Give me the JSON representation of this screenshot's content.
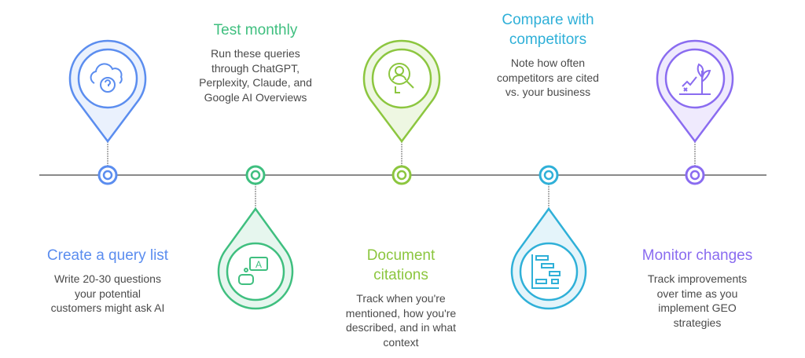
{
  "colors": {
    "blue": "#5b8def",
    "green": "#3fbf7f",
    "lime": "#8cc63f",
    "cyan": "#2fb0d8",
    "purple": "#8a6cf0",
    "line": "#8a8a8a"
  },
  "steps": [
    {
      "title": "Create a query list",
      "desc": [
        "Write 20-30 questions",
        "your potential",
        "customers might ask AI"
      ],
      "icon": "cloud-question-icon"
    },
    {
      "title": "Test monthly",
      "desc": [
        "Run these queries",
        "through ChatGPT,",
        "Perplexity, Claude, and",
        "Google AI Overviews"
      ],
      "icon": "robot-chat-icon"
    },
    {
      "title_lines": [
        "Document",
        "citations"
      ],
      "desc": [
        "Track when you're",
        "mentioned, how you're",
        "described, and in what",
        "context"
      ],
      "icon": "person-search-icon"
    },
    {
      "title_lines": [
        "Compare with",
        "competitors"
      ],
      "desc": [
        "Note how often",
        "competitors are cited",
        "vs. your business"
      ],
      "icon": "gantt-chart-icon"
    },
    {
      "title": "Monitor changes",
      "desc": [
        "Track improvements",
        "over time as you",
        "implement GEO",
        "strategies"
      ],
      "icon": "growth-plant-icon"
    }
  ]
}
